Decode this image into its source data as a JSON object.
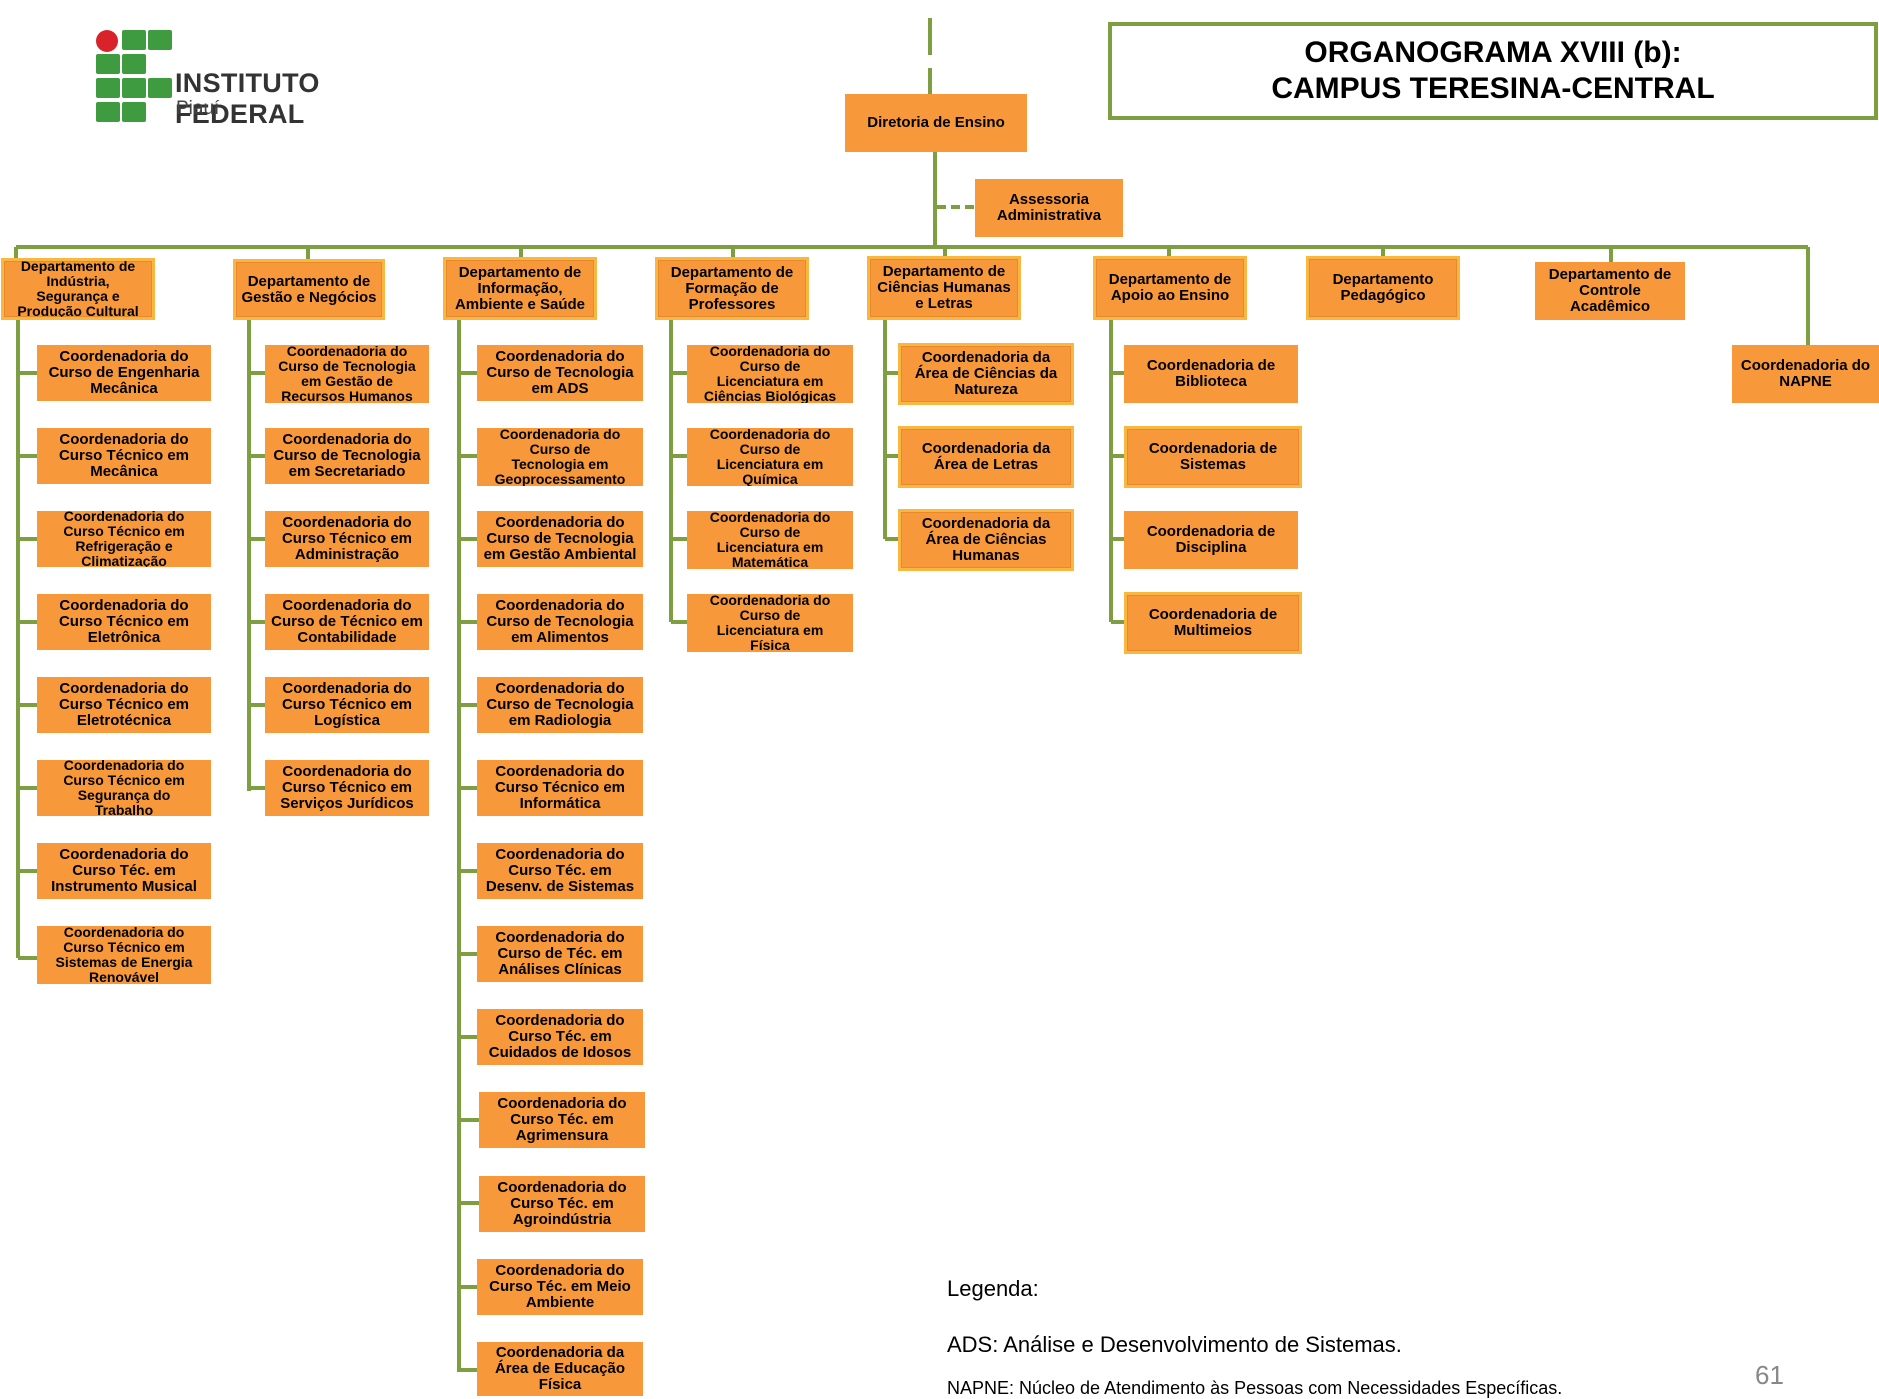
{
  "header": {
    "logo_name": "INSTITUTO FEDERAL",
    "logo_sub": "Piauí",
    "title_line1": "ORGANOGRAMA XVIII (b):",
    "title_line2": "CAMPUS TERESINA-CENTRAL"
  },
  "top": {
    "diretoria": "Diretoria de Ensino",
    "assessoria": "Assessoria\nAdministrativa"
  },
  "departments": [
    {
      "label": "Departamento de\nIndústria,\nSegurança e\nProdução Cultural",
      "children": [
        "Coordenadoria do\nCurso de Engenharia\nMecânica",
        "Coordenadoria  do\nCurso Técnico em\nMecânica",
        "Coordenadoria do\nCurso  Técnico em\nRefrigeração e\nClimatização",
        "Coordenadoria do\nCurso  Técnico em\nEletrônica",
        "Coordenadoria do\nCurso Técnico em\nEletrotécnica",
        "Coordenadoria do\nCurso Técnico em\nSegurança do\nTrabalho",
        "Coordenadoria do\nCurso Téc. em\nInstrumento Musical",
        "Coordenadoria do\nCurso Técnico em\nSistemas de Energia\nRenovável"
      ]
    },
    {
      "label": "Departamento de\nGestão e Negócios",
      "children": [
        "Coordenadoria do\nCurso de Tecnologia\nem Gestão de\nRecursos Humanos",
        "Coordenadoria do\nCurso de Tecnologia\nem Secretariado",
        "Coordenadoria do\nCurso Técnico em\nAdministração",
        "Coordenadoria do\nCurso de Técnico em\nContabilidade",
        "Coordenadoria do\nCurso Técnico em\nLogística",
        "Coordenadoria do\nCurso Técnico em\nServiços Jurídicos"
      ]
    },
    {
      "label": "Departamento de\nInformação,\nAmbiente e Saúde",
      "children": [
        "Coordenadoria do\nCurso de Tecnologia\nem ADS",
        "Coordenadoria do\nCurso de\nTecnologia em\nGeoprocessamento",
        "Coordenadoria do\nCurso de Tecnologia\nem Gestão Ambiental",
        "Coordenadoria do\nCurso de Tecnologia\nem Alimentos",
        "Coordenadoria do\nCurso de Tecnologia\nem Radiologia",
        "Coordenadoria do\nCurso  Técnico em\nInformática",
        "Coordenadoria do\nCurso  Téc. em\nDesenv. de Sistemas",
        "Coordenadoria do\nCurso de Téc. em\nAnálises Clínicas",
        "Coordenadoria do\nCurso Téc. em\nCuidados de Idosos",
        "Coordenadoria  do\nCurso Téc. em\nAgrimensura",
        "Coordenadoria do\nCurso Téc. em\nAgroindústria",
        "Coordenadoria do\nCurso Téc. em Meio\nAmbiente",
        "Coordenadoria da\nÁrea de Educação\nFísica"
      ]
    },
    {
      "label": "Departamento de\nFormação de\nProfessores",
      "children": [
        "Coordenadoria do\nCurso de\nLicenciatura em\nCiências Biológicas",
        "Coordenadoria do\nCurso de\nLicenciatura em\nQuímica",
        "Coordenadoria do\nCurso de\nLicenciatura em\nMatemática",
        "Coordenadoria do\nCurso de\nLicenciatura em\nFísica"
      ]
    },
    {
      "label": "Departamento de\nCiências Humanas\ne Letras",
      "children": [
        "Coordenadoria da\nÁrea de Ciências da\nNatureza",
        "Coordenadoria da\nÁrea de Letras",
        "Coordenadoria da\nÁrea de Ciências\nHumanas"
      ]
    },
    {
      "label": "Departamento de\nApoio ao Ensino",
      "children": [
        "Coordenadoria de\nBiblioteca",
        "Coordenadoria de\nSistemas",
        "Coordenadoria de\nDisciplina",
        "Coordenadoria de\nMultimeios"
      ]
    },
    {
      "label": "Departamento\nPedagógico",
      "children": []
    },
    {
      "label": "Departamento de\nControle\nAcadêmico",
      "children": []
    },
    {
      "label": "",
      "children": [
        "Coordenadoria do\nNAPNE"
      ]
    }
  ],
  "legend": {
    "title": "Legenda:",
    "ads": "ADS: Análise e Desenvolvimento de Sistemas.",
    "napne": "NAPNE: Núcleo de Atendimento às Pessoas com Necessidades Específicas."
  },
  "page_number": "61",
  "colors": {
    "box_fill": "#f7993a",
    "line": "#7e9e42",
    "logo_green": "#3f9b3f",
    "logo_red": "#d8232a"
  }
}
